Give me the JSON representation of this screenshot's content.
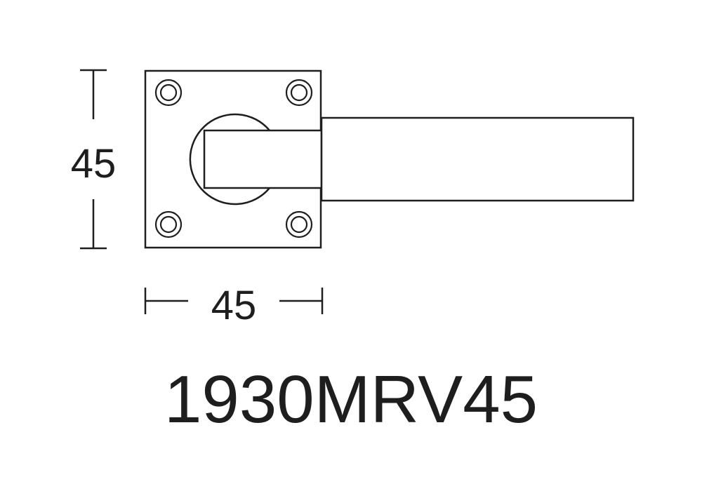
{
  "dimensions": {
    "height_label": "45",
    "width_label": "45"
  },
  "product": {
    "model_code": "1930MRV45"
  },
  "colors": {
    "line": "#1e1e1e",
    "background": "#ffffff"
  }
}
